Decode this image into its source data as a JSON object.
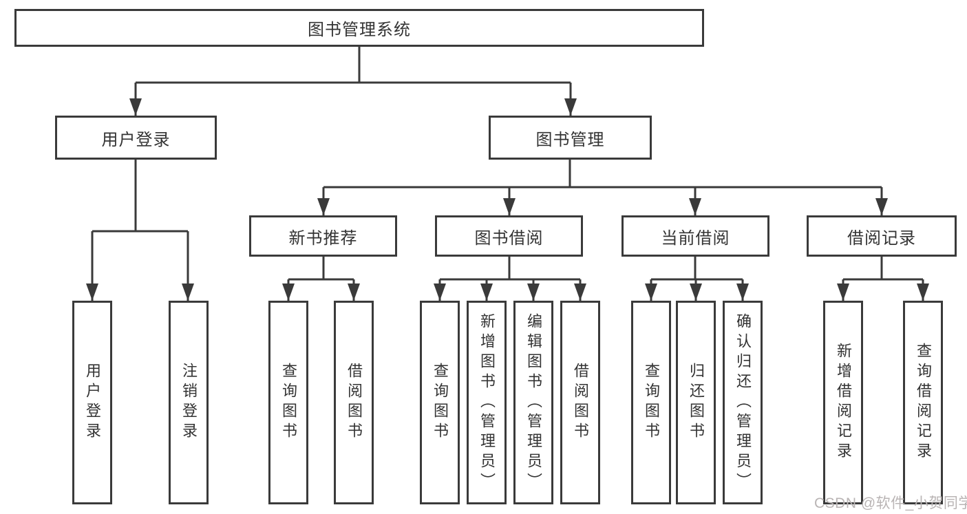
{
  "diagram": {
    "title": "图书管理系统",
    "tree": {
      "root": "图书管理系统",
      "branches": [
        {
          "label": "用户登录",
          "children": [
            "用户登录",
            "注销登录"
          ]
        },
        {
          "label": "图书管理",
          "sections": [
            {
              "label": "新书推荐",
              "children": [
                "查询图书",
                "借阅图书"
              ]
            },
            {
              "label": "图书借阅",
              "children": [
                "查询图书",
                "新增图书（管理员）",
                "编辑图书（管理员）",
                "借阅图书"
              ]
            },
            {
              "label": "当前借阅",
              "children": [
                "查询图书",
                "归还图书",
                "确认归还（管理员）"
              ]
            },
            {
              "label": "借阅记录",
              "children": [
                "新增借阅记录",
                "查询借阅记录"
              ]
            }
          ]
        }
      ]
    },
    "colors": {
      "line": "#3a3a3a",
      "text": "#333333",
      "box_fill": "#ffffff",
      "watermark": "#b9b4b4"
    }
  },
  "watermark": {
    "text": "CSDN @软件_小贺同学"
  }
}
